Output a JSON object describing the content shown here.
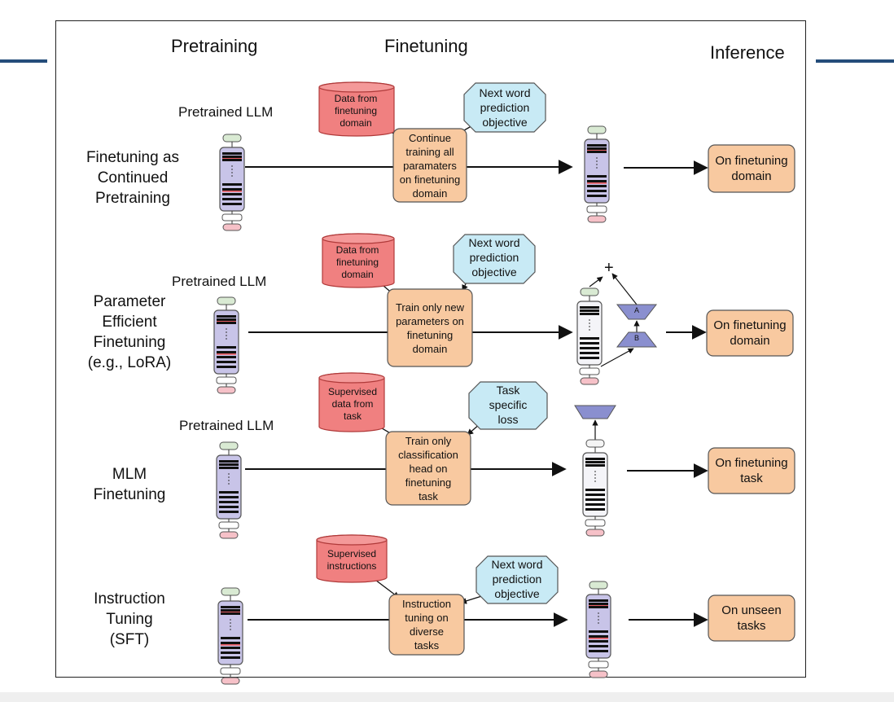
{
  "columns": {
    "pretraining": "Pretraining",
    "finetuning": "Finetuning",
    "inference": "Inference"
  },
  "rows": [
    {
      "label": "Finetuning as\nContinued\nPretraining",
      "model_label": "Pretrained LLM",
      "data": "Data from\nfinetuning\ndomain",
      "objective": "Next word\nprediction\nobjective",
      "training": "Continue\ntraining all\nparamaters\non finetuning\ndomain",
      "inference": "On finetuning\ndomain"
    },
    {
      "label": "Parameter\nEfficient\nFinetuning\n(e.g., LoRA)",
      "model_label": "Pretrained LLM",
      "data": "Data from\nfinetuning\ndomain",
      "objective": "Next word\nprediction\nobjective",
      "training": "Train only new\nparameters on\nfinetuning\ndomain",
      "inference": "On finetuning\ndomain",
      "lora": {
        "a": "A",
        "b": "B",
        "plus": "+"
      }
    },
    {
      "label": "MLM\nFinetuning",
      "model_label": "Pretrained LLM",
      "data": "Supervised\ndata from\ntask",
      "objective": "Task\nspecific\nloss",
      "training": "Train only\nclassification\nhead on\nfinetuning\ntask",
      "inference": "On finetuning\ntask"
    },
    {
      "label": "Instruction\nTuning\n(SFT)",
      "data": "Supervised\ninstructions",
      "objective": "Next word\nprediction\nobjective",
      "training": "Instruction\ntuning on\ndiverse\ntasks",
      "inference": "On unseen\ntasks"
    }
  ],
  "colors": {
    "cylinder": "#f08080",
    "training_box": "#f8c9a0",
    "objective": "#c8eaf5",
    "model_body": "#c8c4e8",
    "lora_trapezoid": "#8a8fcf",
    "frame_accent": "#244d7a"
  }
}
